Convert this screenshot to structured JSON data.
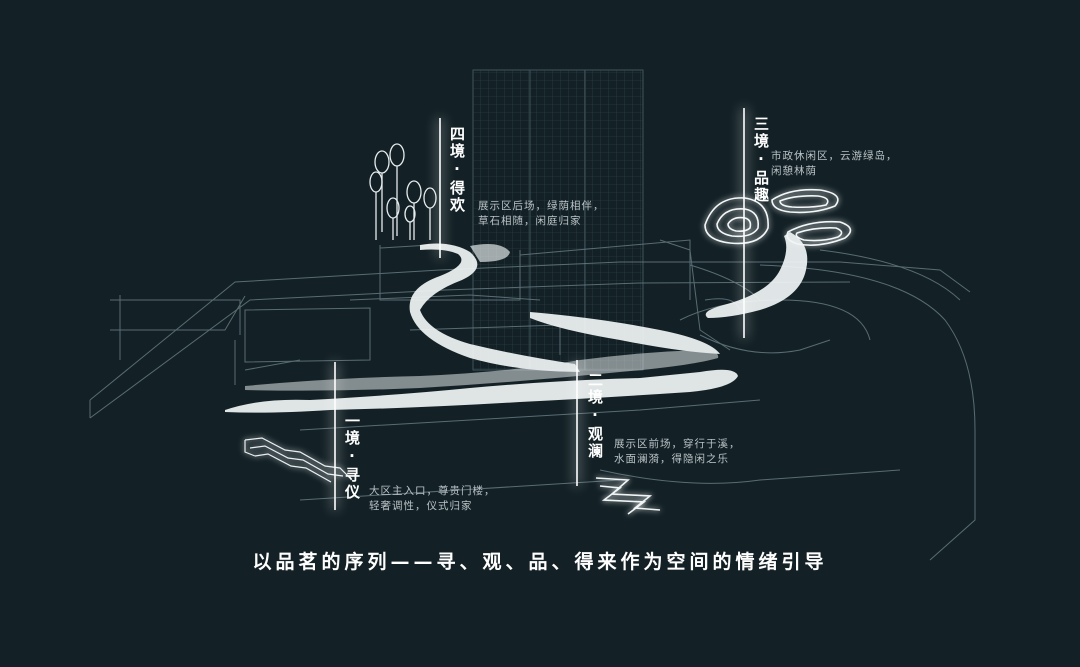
{
  "stages": [
    {
      "id": "stage-4",
      "title": "四境·得欢",
      "desc": [
        "展示区后场，绿荫相伴，",
        "草石相随，闲庭归家"
      ]
    },
    {
      "id": "stage-3",
      "title": "三境·品趣",
      "desc": [
        "市政休闲区，云游绿岛，",
        "闲憩林荫"
      ]
    },
    {
      "id": "stage-2",
      "title": "二境·观澜",
      "desc": [
        "展示区前场，穿行于溪，",
        "水面澜漪，得隐闲之乐"
      ]
    },
    {
      "id": "stage-1",
      "title": "一境·寻仪",
      "desc": [
        "大区主入口，尊贵门楼，",
        "轻奢调性，仪式归家"
      ]
    }
  ],
  "caption": "以品茗的序列——寻、观、品、得来作为空间的情绪引导",
  "colors": {
    "background": "#132126",
    "line": "#6f858c",
    "glow": "#f4f7f8"
  }
}
